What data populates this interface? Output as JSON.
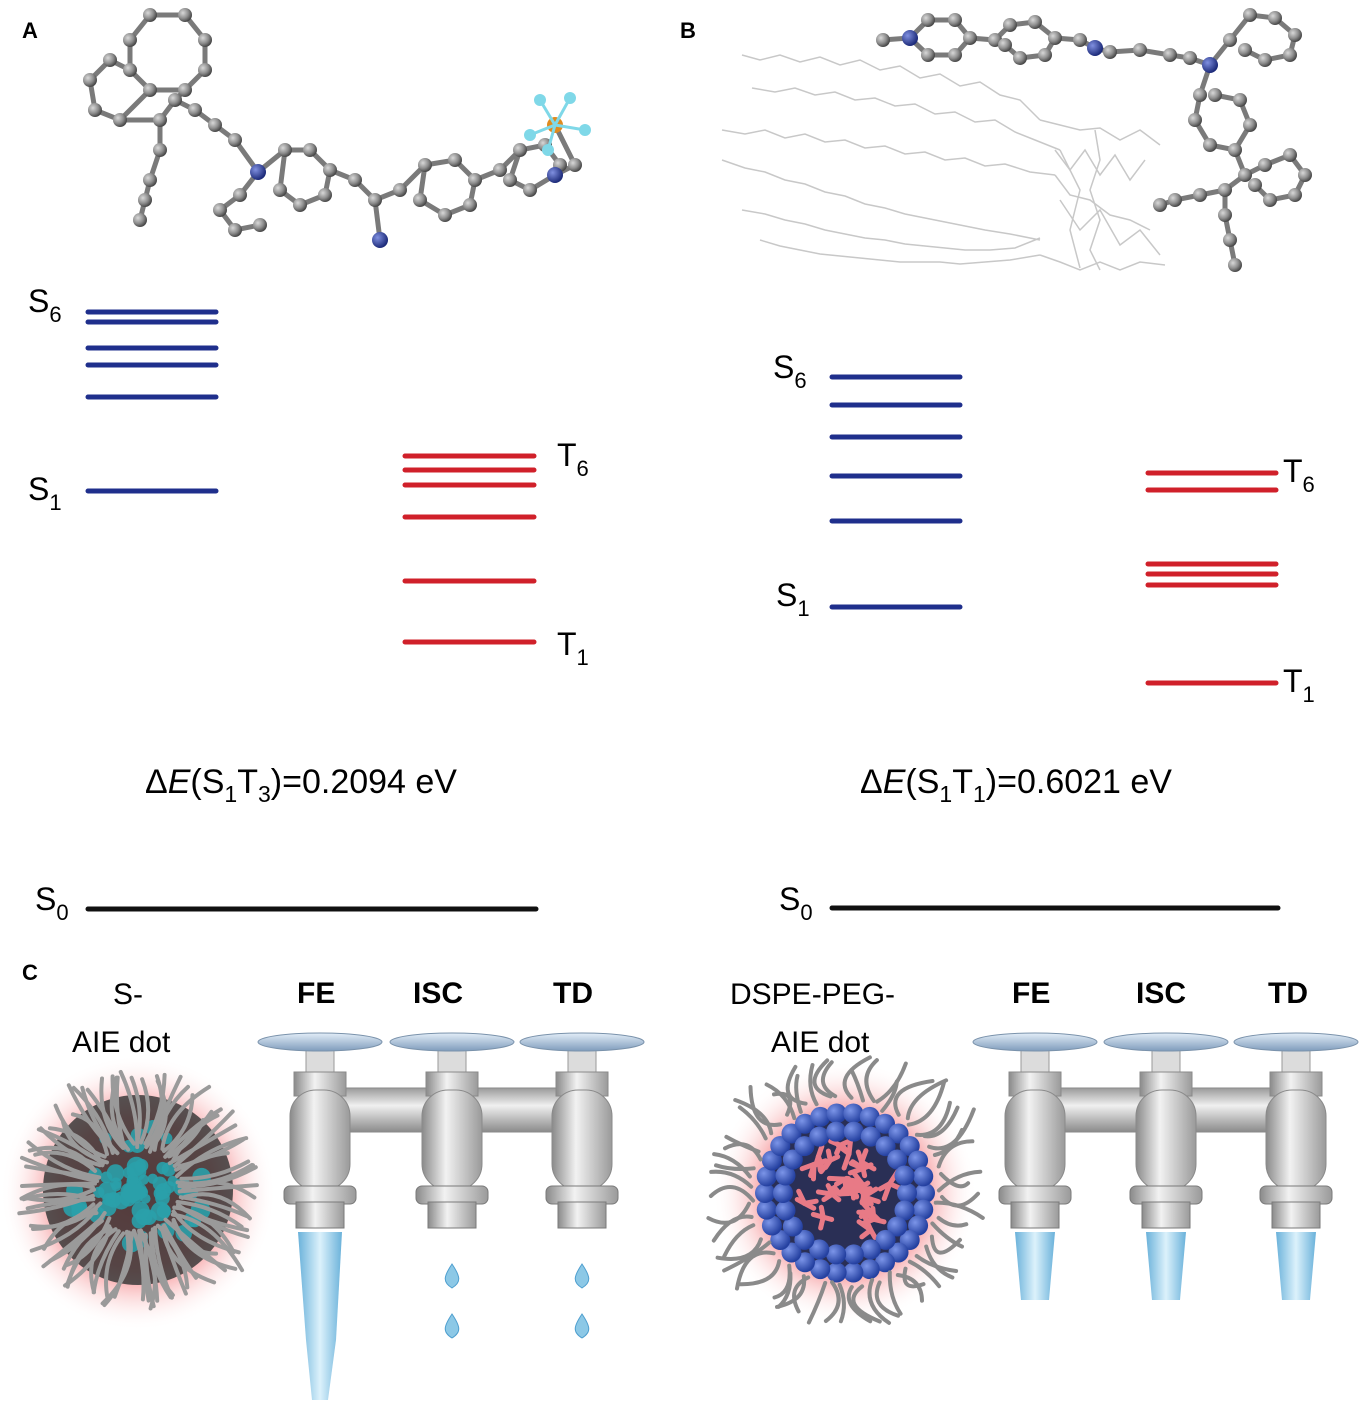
{
  "panels": {
    "A": {
      "letter": "A",
      "singlet_top": {
        "letter": "S",
        "sub": "6"
      },
      "singlet_low": {
        "letter": "S",
        "sub": "1"
      },
      "triplet_top": {
        "letter": "T",
        "sub": "6"
      },
      "triplet_low": {
        "letter": "T",
        "sub": "1"
      },
      "ground": {
        "letter": "S",
        "sub": "0"
      },
      "gap": {
        "delta": "Δ",
        "E": "E",
        "open": "(S",
        "s_sub": "1",
        "t": "T",
        "t_sub": "3",
        "close": ")=0.2094 eV"
      }
    },
    "B": {
      "letter": "B",
      "singlet_top": {
        "letter": "S",
        "sub": "6"
      },
      "singlet_low": {
        "letter": "S",
        "sub": "1"
      },
      "triplet_top": {
        "letter": "T",
        "sub": "6"
      },
      "triplet_low": {
        "letter": "T",
        "sub": "1"
      },
      "ground": {
        "letter": "S",
        "sub": "0"
      },
      "gap": {
        "delta": "Δ",
        "E": "E",
        "open": "(S",
        "s_sub": "1",
        "t": "T",
        "t_sub": "1",
        "close": ")=0.6021 eV"
      }
    },
    "C": {
      "letter": "C",
      "left_dot": {
        "line1": "S-",
        "line2": "AIE dot"
      },
      "right_dot": {
        "line1": "DSPE-PEG-",
        "line2": "AIE dot"
      },
      "taps": [
        "FE",
        "ISC",
        "TD"
      ]
    }
  },
  "colors": {
    "singlet": "#1f2f8c",
    "triplet": "#d0202a",
    "ground": "#111111",
    "atom_gray": "#8e8e8e",
    "atom_nitrogen": "#2b3a94",
    "atom_phosphorus": "#e08a1e",
    "atom_fluorine": "#7fd8e8",
    "glow": "#e8333a",
    "pipe": "#c9c9c9",
    "handle": "#a9c3dd",
    "water": "#8cc8e6",
    "shell_bead": "#3555b8",
    "core_pink": "#e87a86",
    "core_teal": "#2aa0aa"
  }
}
